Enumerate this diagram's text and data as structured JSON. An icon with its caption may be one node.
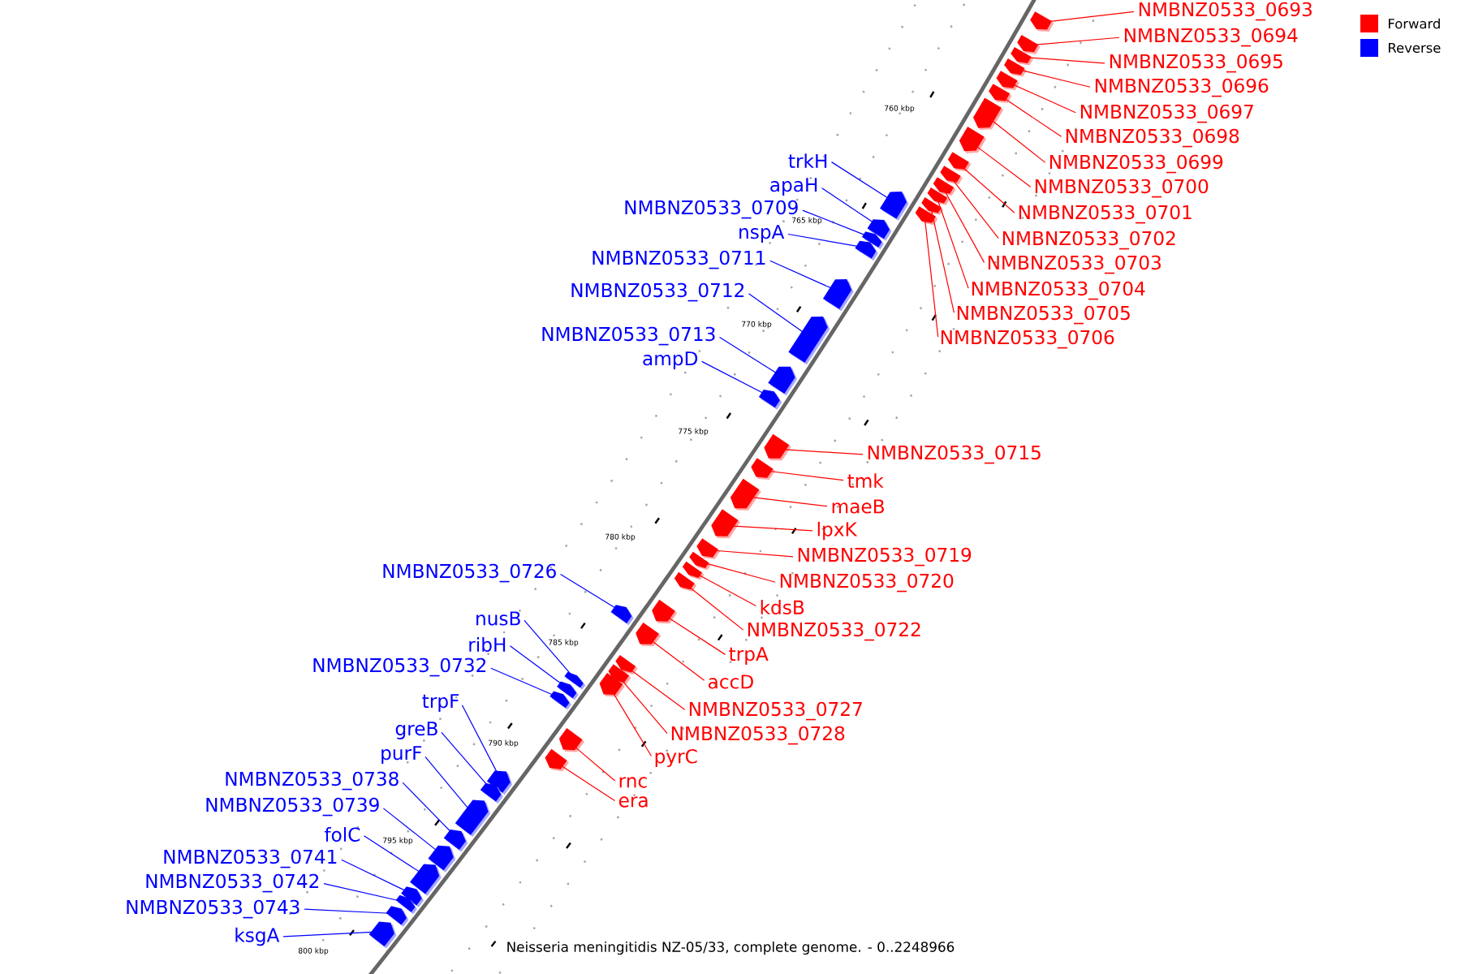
{
  "diagram": {
    "caption": "Neisseria meningitidis NZ-05/33, complete genome. - 0..2248966",
    "nodes": [
      {
        "text": [
          "NMBNZ0533_0693"
        ]
      },
      {
        "text": [
          "NMBNZ0533_0694"
        ]
      },
      {
        "text": [
          "NMBNZ0533_0695"
        ]
      },
      {
        "text": [
          "NMBNZ0533_0696"
        ]
      },
      {
        "text": [
          "NMBNZ0533_0697"
        ]
      },
      {
        "text": [
          "NMBNZ0533_0698"
        ]
      },
      {
        "text": [
          "NMBNZ0533_0699"
        ]
      },
      {
        "text": [
          "NMBNZ0533_0700"
        ]
      },
      {
        "text": [
          "NMBNZ0533_0701"
        ]
      },
      {
        "text": [
          "NMBNZ0533_0702"
        ]
      },
      {
        "text": [
          "NMBNZ0533_0703"
        ]
      },
      {
        "text": [
          "NMBNZ0533_0704"
        ]
      },
      {
        "text": [
          "NMBNZ0533_0705"
        ]
      },
      {
        "text": [
          "NMBNZ0533_0706"
        ]
      },
      {
        "text": [
          "trkH"
        ]
      },
      {
        "text": [
          "apaH"
        ]
      },
      {
        "text": [
          "NMBNZ0533_0709"
        ]
      },
      {
        "text": [
          "nspA"
        ]
      },
      {
        "text": [
          "NMBNZ0533_0711"
        ]
      },
      {
        "text": [
          "NMBNZ0533_0712"
        ]
      },
      {
        "text": [
          "NMBNZ0533_0713"
        ]
      },
      {
        "text": [
          "ampD"
        ]
      },
      {
        "text": [
          "NMBNZ0533_0715"
        ]
      },
      {
        "text": [
          "tmk"
        ]
      },
      {
        "text": [
          "maeB"
        ]
      },
      {
        "text": [
          "lpxK"
        ]
      },
      {
        "text": [
          "NMBNZ0533_0719"
        ]
      },
      {
        "text": [
          "NMBNZ0533_0720"
        ]
      },
      {
        "text": [
          "kdsB"
        ]
      },
      {
        "text": [
          "NMBNZ0533_0722"
        ]
      },
      {
        "text": [
          "trpA"
        ]
      },
      {
        "text": [
          "accD"
        ]
      },
      {
        "text": [
          "NMBNZ0533_0726"
        ]
      },
      {
        "text": [
          "NMBNZ0533_0727"
        ]
      },
      {
        "text": [
          "NMBNZ0533_0728"
        ]
      },
      {
        "text": [
          "nusB"
        ]
      },
      {
        "text": [
          "ribH"
        ]
      },
      {
        "text": [
          "NMBNZ0533_0732"
        ]
      },
      {
        "text": [
          "pyrC"
        ]
      },
      {
        "text": [
          "trpF"
        ]
      },
      {
        "text": [
          "rnc"
        ]
      },
      {
        "text": [
          "greB"
        ]
      },
      {
        "text": [
          "era"
        ]
      },
      {
        "text": [
          "purF"
        ]
      },
      {
        "text": [
          "NMBNZ0533_0738"
        ]
      },
      {
        "text": [
          "NMBNZ0533_0739"
        ]
      },
      {
        "text": [
          "folC"
        ]
      },
      {
        "text": [
          "NMBNZ0533_0741"
        ]
      },
      {
        "text": [
          "NMBNZ0533_0742"
        ]
      },
      {
        "text": [
          "NMBNZ0533_0743"
        ]
      },
      {
        "text": [
          "ksgA"
        ]
      },
      {
        "text": [],
        "shape": "arrow"
      },
      {
        "text": [],
        "shape": "arrow"
      },
      {
        "text": [],
        "shape": "arrow"
      },
      {
        "text": [],
        "shape": "arrow"
      },
      {
        "text": [],
        "shape": "arrow"
      },
      {
        "text": [],
        "shape": "arrow"
      },
      {
        "text": [],
        "shape": "arrow"
      },
      {
        "text": [],
        "shape": "arrow"
      },
      {
        "text": [],
        "shape": "arrow"
      },
      {
        "text": [],
        "shape": "arrow"
      },
      {
        "text": [],
        "shape": "arrow"
      },
      {
        "text": [],
        "shape": "arrow"
      },
      {
        "text": [],
        "shape": "arrow"
      },
      {
        "text": [],
        "shape": "arrow"
      },
      {
        "text": [],
        "shape": "arrow"
      },
      {
        "text": [],
        "shape": "arrow"
      },
      {
        "text": [],
        "shape": "arrow"
      },
      {
        "text": [],
        "shape": "arrow"
      },
      {
        "text": [],
        "shape": "arrow"
      },
      {
        "text": [],
        "shape": "arrow"
      },
      {
        "text": [],
        "shape": "arrow"
      },
      {
        "text": [],
        "shape": "arrow"
      },
      {
        "text": [],
        "shape": "arrow"
      },
      {
        "text": [],
        "shape": "arrow"
      },
      {
        "text": [],
        "shape": "arrow"
      },
      {
        "text": [],
        "shape": "arrow"
      },
      {
        "text": [],
        "shape": "arrow"
      },
      {
        "text": [],
        "shape": "arrow"
      },
      {
        "text": [],
        "shape": "arrow"
      },
      {
        "text": [],
        "shape": "arrow"
      },
      {
        "text": [],
        "shape": "arrow"
      },
      {
        "text": [],
        "shape": "arrow"
      },
      {
        "text": [],
        "shape": "arrow"
      },
      {
        "text": [],
        "shape": "arrow"
      },
      {
        "text": [],
        "shape": "arrow"
      },
      {
        "text": [],
        "shape": "arrow"
      },
      {
        "text": [],
        "shape": "arrow"
      },
      {
        "text": [],
        "shape": "arrow"
      },
      {
        "text": [],
        "shape": "arrow"
      },
      {
        "text": [],
        "shape": "arrow"
      },
      {
        "text": [],
        "shape": "arrow"
      },
      {
        "text": [],
        "shape": "arrow"
      },
      {
        "text": [],
        "shape": "arrow"
      },
      {
        "text": [],
        "shape": "arrow"
      },
      {
        "text": [],
        "shape": "arrow"
      },
      {
        "text": [],
        "shape": "arrow"
      },
      {
        "text": [],
        "shape": "arrow"
      },
      {
        "text": [],
        "shape": "arrow"
      },
      {
        "text": [],
        "shape": "arrow"
      },
      {
        "text": [],
        "shape": "arrow"
      },
      {
        "text": [],
        "shape": "arrow"
      }
    ],
    "edges": [
      {
        "from": 0,
        "to": 51,
        "arrow": "none",
        "color": "#ff0000"
      },
      {
        "from": 1,
        "to": 52,
        "arrow": "none",
        "color": "#ff0000"
      },
      {
        "from": 2,
        "to": 53,
        "arrow": "none",
        "color": "#ff0000"
      },
      {
        "from": 3,
        "to": 54,
        "arrow": "none",
        "color": "#ff0000"
      },
      {
        "from": 4,
        "to": 55,
        "arrow": "none",
        "color": "#ff0000"
      },
      {
        "from": 5,
        "to": 56,
        "arrow": "none",
        "color": "#ff0000"
      },
      {
        "from": 6,
        "to": 57,
        "arrow": "none",
        "color": "#ff0000"
      },
      {
        "from": 7,
        "to": 58,
        "arrow": "none",
        "color": "#ff0000"
      },
      {
        "from": 8,
        "to": 59,
        "arrow": "none",
        "color": "#ff0000"
      },
      {
        "from": 9,
        "to": 60,
        "arrow": "none",
        "color": "#ff0000"
      },
      {
        "from": 10,
        "to": 61,
        "arrow": "none",
        "color": "#ff0000"
      },
      {
        "from": 11,
        "to": 62,
        "arrow": "none",
        "color": "#ff0000"
      },
      {
        "from": 12,
        "to": 63,
        "arrow": "none",
        "color": "#ff0000"
      },
      {
        "from": 13,
        "to": 64,
        "arrow": "none",
        "color": "#ff0000"
      },
      {
        "from": 14,
        "to": 65,
        "arrow": "none",
        "color": "#0000ff"
      },
      {
        "from": 15,
        "to": 66,
        "arrow": "none",
        "color": "#0000ff"
      },
      {
        "from": 16,
        "to": 67,
        "arrow": "none",
        "color": "#0000ff"
      },
      {
        "from": 17,
        "to": 68,
        "arrow": "none",
        "color": "#0000ff"
      },
      {
        "from": 18,
        "to": 69,
        "arrow": "none",
        "color": "#0000ff"
      },
      {
        "from": 19,
        "to": 70,
        "arrow": "none",
        "color": "#0000ff"
      },
      {
        "from": 20,
        "to": 71,
        "arrow": "none",
        "color": "#0000ff"
      },
      {
        "from": 21,
        "to": 72,
        "arrow": "none",
        "color": "#0000ff"
      },
      {
        "from": 22,
        "to": 73,
        "arrow": "none",
        "color": "#ff0000"
      },
      {
        "from": 23,
        "to": 74,
        "arrow": "none",
        "color": "#ff0000"
      },
      {
        "from": 24,
        "to": 75,
        "arrow": "none",
        "color": "#ff0000"
      },
      {
        "from": 25,
        "to": 76,
        "arrow": "none",
        "color": "#ff0000"
      },
      {
        "from": 26,
        "to": 77,
        "arrow": "none",
        "color": "#ff0000"
      },
      {
        "from": 27,
        "to": 78,
        "arrow": "none",
        "color": "#ff0000"
      },
      {
        "from": 28,
        "to": 79,
        "arrow": "none",
        "color": "#ff0000"
      },
      {
        "from": 29,
        "to": 80,
        "arrow": "none",
        "color": "#ff0000"
      },
      {
        "from": 30,
        "to": 81,
        "arrow": "none",
        "color": "#ff0000"
      },
      {
        "from": 31,
        "to": 82,
        "arrow": "none",
        "color": "#ff0000"
      },
      {
        "from": 32,
        "to": 83,
        "arrow": "none",
        "color": "#0000ff"
      },
      {
        "from": 33,
        "to": 84,
        "arrow": "none",
        "color": "#ff0000"
      },
      {
        "from": 34,
        "to": 85,
        "arrow": "none",
        "color": "#ff0000"
      },
      {
        "from": 35,
        "to": 86,
        "arrow": "none",
        "color": "#0000ff"
      },
      {
        "from": 36,
        "to": 87,
        "arrow": "none",
        "color": "#0000ff"
      },
      {
        "from": 37,
        "to": 88,
        "arrow": "none",
        "color": "#0000ff"
      },
      {
        "from": 38,
        "to": 89,
        "arrow": "none",
        "color": "#ff0000"
      },
      {
        "from": 39,
        "to": 90,
        "arrow": "none",
        "color": "#0000ff"
      },
      {
        "from": 40,
        "to": 91,
        "arrow": "none",
        "color": "#ff0000"
      },
      {
        "from": 41,
        "to": 92,
        "arrow": "none",
        "color": "#0000ff"
      },
      {
        "from": 42,
        "to": 93,
        "arrow": "none",
        "color": "#ff0000"
      },
      {
        "from": 43,
        "to": 94,
        "arrow": "none",
        "color": "#0000ff"
      },
      {
        "from": 44,
        "to": 95,
        "arrow": "none",
        "color": "#0000ff"
      },
      {
        "from": 45,
        "to": 96,
        "arrow": "none",
        "color": "#0000ff"
      },
      {
        "from": 46,
        "to": 97,
        "arrow": "none",
        "color": "#0000ff"
      },
      {
        "from": 47,
        "to": 98,
        "arrow": "none",
        "color": "#0000ff"
      },
      {
        "from": 48,
        "to": 99,
        "arrow": "none",
        "color": "#0000ff"
      },
      {
        "from": 49,
        "to": 100,
        "arrow": "none",
        "color": "#0000ff"
      },
      {
        "from": 50,
        "to": 101,
        "arrow": "none",
        "color": "#0000ff"
      }
    ],
    "labels": [
      "760 kbp",
      "765 kbp",
      "770 kbp",
      "775 kbp",
      "780 kbp",
      "785 kbp",
      "790 kbp",
      "795 kbp",
      "800 kbp"
    ],
    "legend": [
      {
        "text": "Forward",
        "color": "#ff0000"
      },
      {
        "text": "Reverse",
        "color": "#0000ff"
      }
    ]
  }
}
